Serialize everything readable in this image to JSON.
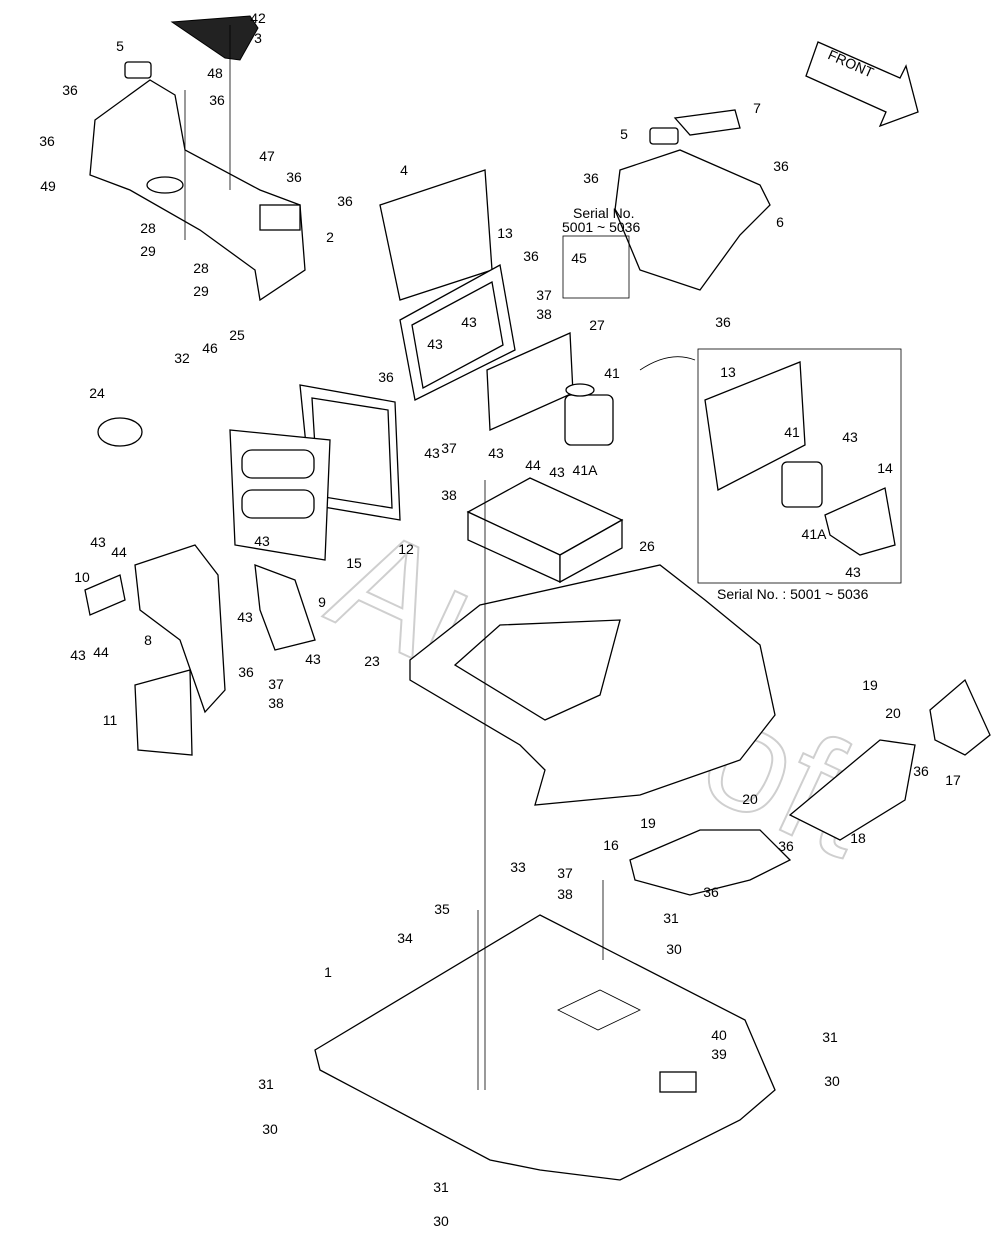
{
  "diagram": {
    "front_label": "FRONT",
    "serial_box_title": "Serial No.",
    "serial_box_range": "5001 ~ 5036",
    "inset_caption": "Serial No. : 5001 ~ 5036",
    "watermark": "AutoSoft",
    "callouts": [
      "42",
      "3",
      "5",
      "48",
      "36",
      "36",
      "36",
      "47",
      "36",
      "49",
      "28",
      "2",
      "29",
      "28",
      "29",
      "4",
      "36",
      "13",
      "36",
      "37",
      "38",
      "43",
      "27",
      "43",
      "36",
      "43",
      "43",
      "41",
      "44",
      "43",
      "41A",
      "37",
      "38",
      "26",
      "12",
      "15",
      "24",
      "32",
      "46",
      "25",
      "43",
      "44",
      "10",
      "43",
      "9",
      "8",
      "43",
      "44",
      "43",
      "43",
      "36",
      "37",
      "38",
      "11",
      "23",
      "5",
      "7",
      "36",
      "36",
      "6",
      "36",
      "45",
      "13",
      "41",
      "43",
      "14",
      "41A",
      "43",
      "19",
      "20",
      "36",
      "17",
      "18",
      "36",
      "20",
      "19",
      "16",
      "36",
      "33",
      "37",
      "38",
      "35",
      "31",
      "30",
      "34",
      "1",
      "40",
      "39",
      "31",
      "30",
      "31",
      "30",
      "31",
      "30"
    ]
  }
}
